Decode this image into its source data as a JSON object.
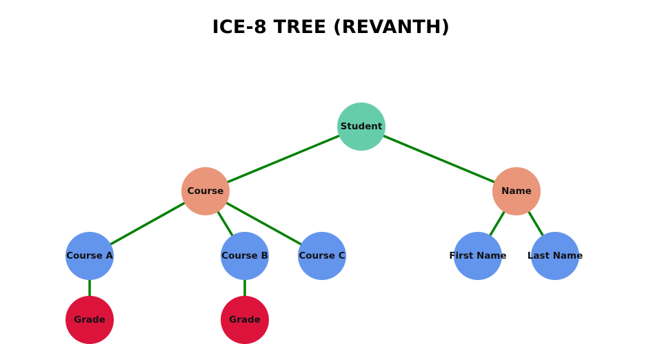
{
  "title": "ICE-8 TREE (REVANTH)",
  "colors": {
    "edge": "#008000",
    "root": "#66cdaa",
    "level1": "#e9967a",
    "level2": "#6495ed",
    "leaf": "#dc143c"
  },
  "nodes": [
    {
      "id": "student",
      "label": "Student",
      "color_key": "root"
    },
    {
      "id": "course",
      "label": "Course",
      "color_key": "level1"
    },
    {
      "id": "name",
      "label": "Name",
      "color_key": "level1"
    },
    {
      "id": "course-a",
      "label": "Course A",
      "color_key": "level2"
    },
    {
      "id": "course-b",
      "label": "Course B",
      "color_key": "level2"
    },
    {
      "id": "course-c",
      "label": "Course C",
      "color_key": "level2"
    },
    {
      "id": "first-name",
      "label": "First Name",
      "color_key": "level2"
    },
    {
      "id": "last-name",
      "label": "Last Name",
      "color_key": "level2"
    },
    {
      "id": "grade-a",
      "label": "Grade",
      "color_key": "leaf"
    },
    {
      "id": "grade-b",
      "label": "Grade",
      "color_key": "leaf"
    }
  ],
  "edges": [
    {
      "from": "student",
      "to": "course"
    },
    {
      "from": "student",
      "to": "name"
    },
    {
      "from": "course",
      "to": "course-a"
    },
    {
      "from": "course",
      "to": "course-b"
    },
    {
      "from": "course",
      "to": "course-c"
    },
    {
      "from": "name",
      "to": "first-name"
    },
    {
      "from": "name",
      "to": "last-name"
    },
    {
      "from": "course-a",
      "to": "grade-a"
    },
    {
      "from": "course-b",
      "to": "grade-b"
    }
  ]
}
